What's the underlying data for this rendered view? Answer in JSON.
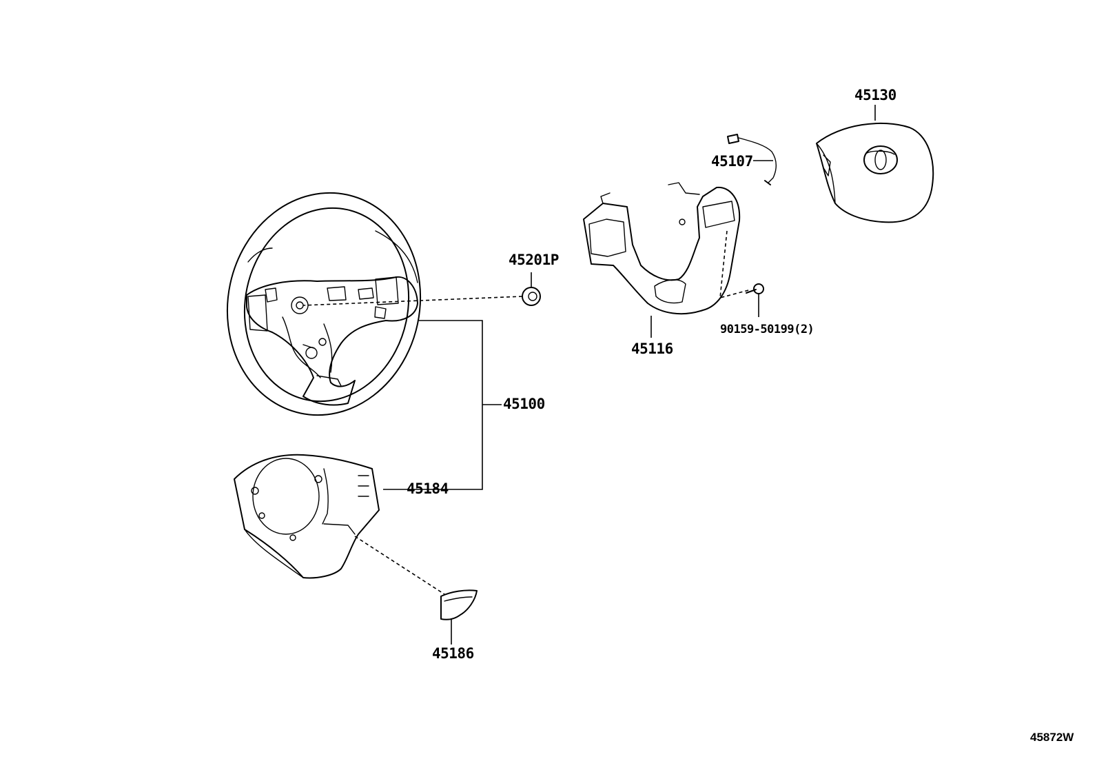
{
  "diagram": {
    "parts": [
      {
        "id": "45130",
        "label": "45130"
      },
      {
        "id": "45107",
        "label": "45107"
      },
      {
        "id": "45201P",
        "label": "45201P"
      },
      {
        "id": "45116",
        "label": "45116"
      },
      {
        "id": "90159",
        "label": "90159-50199(2)"
      },
      {
        "id": "45100",
        "label": "45100"
      },
      {
        "id": "45184",
        "label": "45184"
      },
      {
        "id": "45186",
        "label": "45186"
      }
    ],
    "drawing_code": "45872W"
  }
}
